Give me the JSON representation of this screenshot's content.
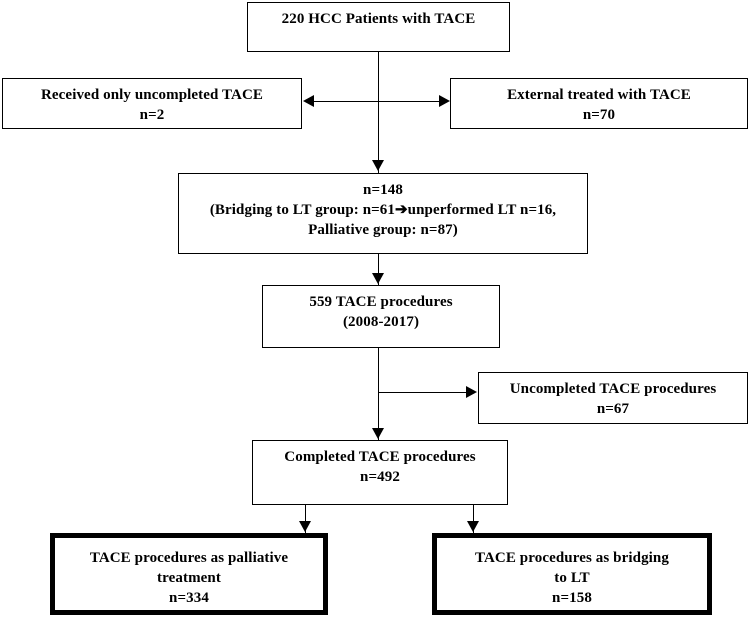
{
  "figure": {
    "type": "flowchart",
    "orientation": "top-down",
    "title": "TACE patient and procedure selection flowchart"
  },
  "nodes": [
    {
      "id": "total",
      "name": "total-patients-box",
      "lines": [
        "220 HCC Patients with TACE"
      ],
      "emphasis": "normal"
    },
    {
      "id": "uncompleted_only",
      "name": "received-only-uncompleted-tace-box",
      "lines": [
        "Received only uncompleted TACE",
        "n=2"
      ],
      "emphasis": "normal"
    },
    {
      "id": "external",
      "name": "external-treated-box",
      "lines": [
        "External treated with TACE",
        "n=70"
      ],
      "emphasis": "normal"
    },
    {
      "id": "included",
      "name": "included-patients-box",
      "lines": [
        "n=148",
        "(Bridging to LT group: n=61➔unperformed LT n=16,",
        "Palliative group: n=87)"
      ],
      "emphasis": "normal"
    },
    {
      "id": "procedures",
      "name": "tace-procedures-box",
      "lines": [
        "559 TACE procedures",
        "(2008-2017)"
      ],
      "emphasis": "normal"
    },
    {
      "id": "uncompleted_proc",
      "name": "uncompleted-procedures-box",
      "lines": [
        "Uncompleted TACE procedures",
        "n=67"
      ],
      "emphasis": "normal"
    },
    {
      "id": "completed",
      "name": "completed-procedures-box",
      "lines": [
        "Completed TACE procedures",
        "n=492"
      ],
      "emphasis": "normal"
    },
    {
      "id": "palliative",
      "name": "palliative-procedures-box",
      "lines": [
        "TACE procedures as palliative",
        "treatment",
        "n=334"
      ],
      "emphasis": "thick"
    },
    {
      "id": "bridging",
      "name": "bridging-procedures-box",
      "lines": [
        "TACE procedures as bridging",
        "to LT",
        "n=158"
      ],
      "emphasis": "thick"
    }
  ],
  "counts": {
    "total_patients": 220,
    "received_only_uncompleted": 2,
    "external_treated": 70,
    "included_patients": 148,
    "bridging_group": 61,
    "unperformed_lt": 16,
    "palliative_group": 87,
    "total_procedures": 559,
    "procedure_years": "2008-2017",
    "uncompleted_procedures": 67,
    "completed_procedures": 492,
    "palliative_procedures": 334,
    "bridging_procedures": 158
  },
  "style": {
    "stroke_color": "#000000",
    "fill_color": "#ffffff",
    "text_color": "#000000"
  }
}
